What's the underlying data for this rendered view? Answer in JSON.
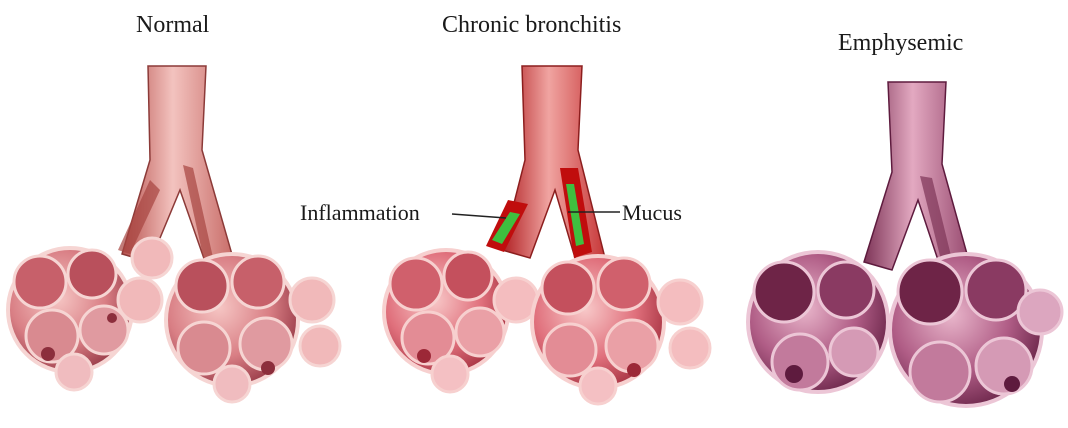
{
  "panels": [
    {
      "id": "normal",
      "title": "Normal",
      "palette": {
        "airway": "#e9a19c",
        "airway_dark": "#b8524e",
        "sac": "#d97f85",
        "sac_dark": "#8c2e3c",
        "rim": "#f6d5d3"
      }
    },
    {
      "id": "chronic",
      "title": "Chronic bronchitis",
      "palette": {
        "airway": "#e46c68",
        "airway_dark": "#b01f22",
        "sac": "#e0707c",
        "sac_dark": "#9c2837",
        "rim": "#f7d0cf"
      }
    },
    {
      "id": "emphysemic",
      "title": "Emphysemic",
      "palette": {
        "airway": "#c47592",
        "airway_dark": "#7d3457",
        "sac": "#b05d86",
        "sac_dark": "#5e1b3e",
        "rim": "#ecc6d6"
      }
    }
  ],
  "callouts": {
    "inflammation": "Inflammation",
    "mucus": "Mucus"
  },
  "colors": {
    "mucus": "#3fbf3f",
    "inflammation": "#c00d0d",
    "leader": "#222222"
  }
}
